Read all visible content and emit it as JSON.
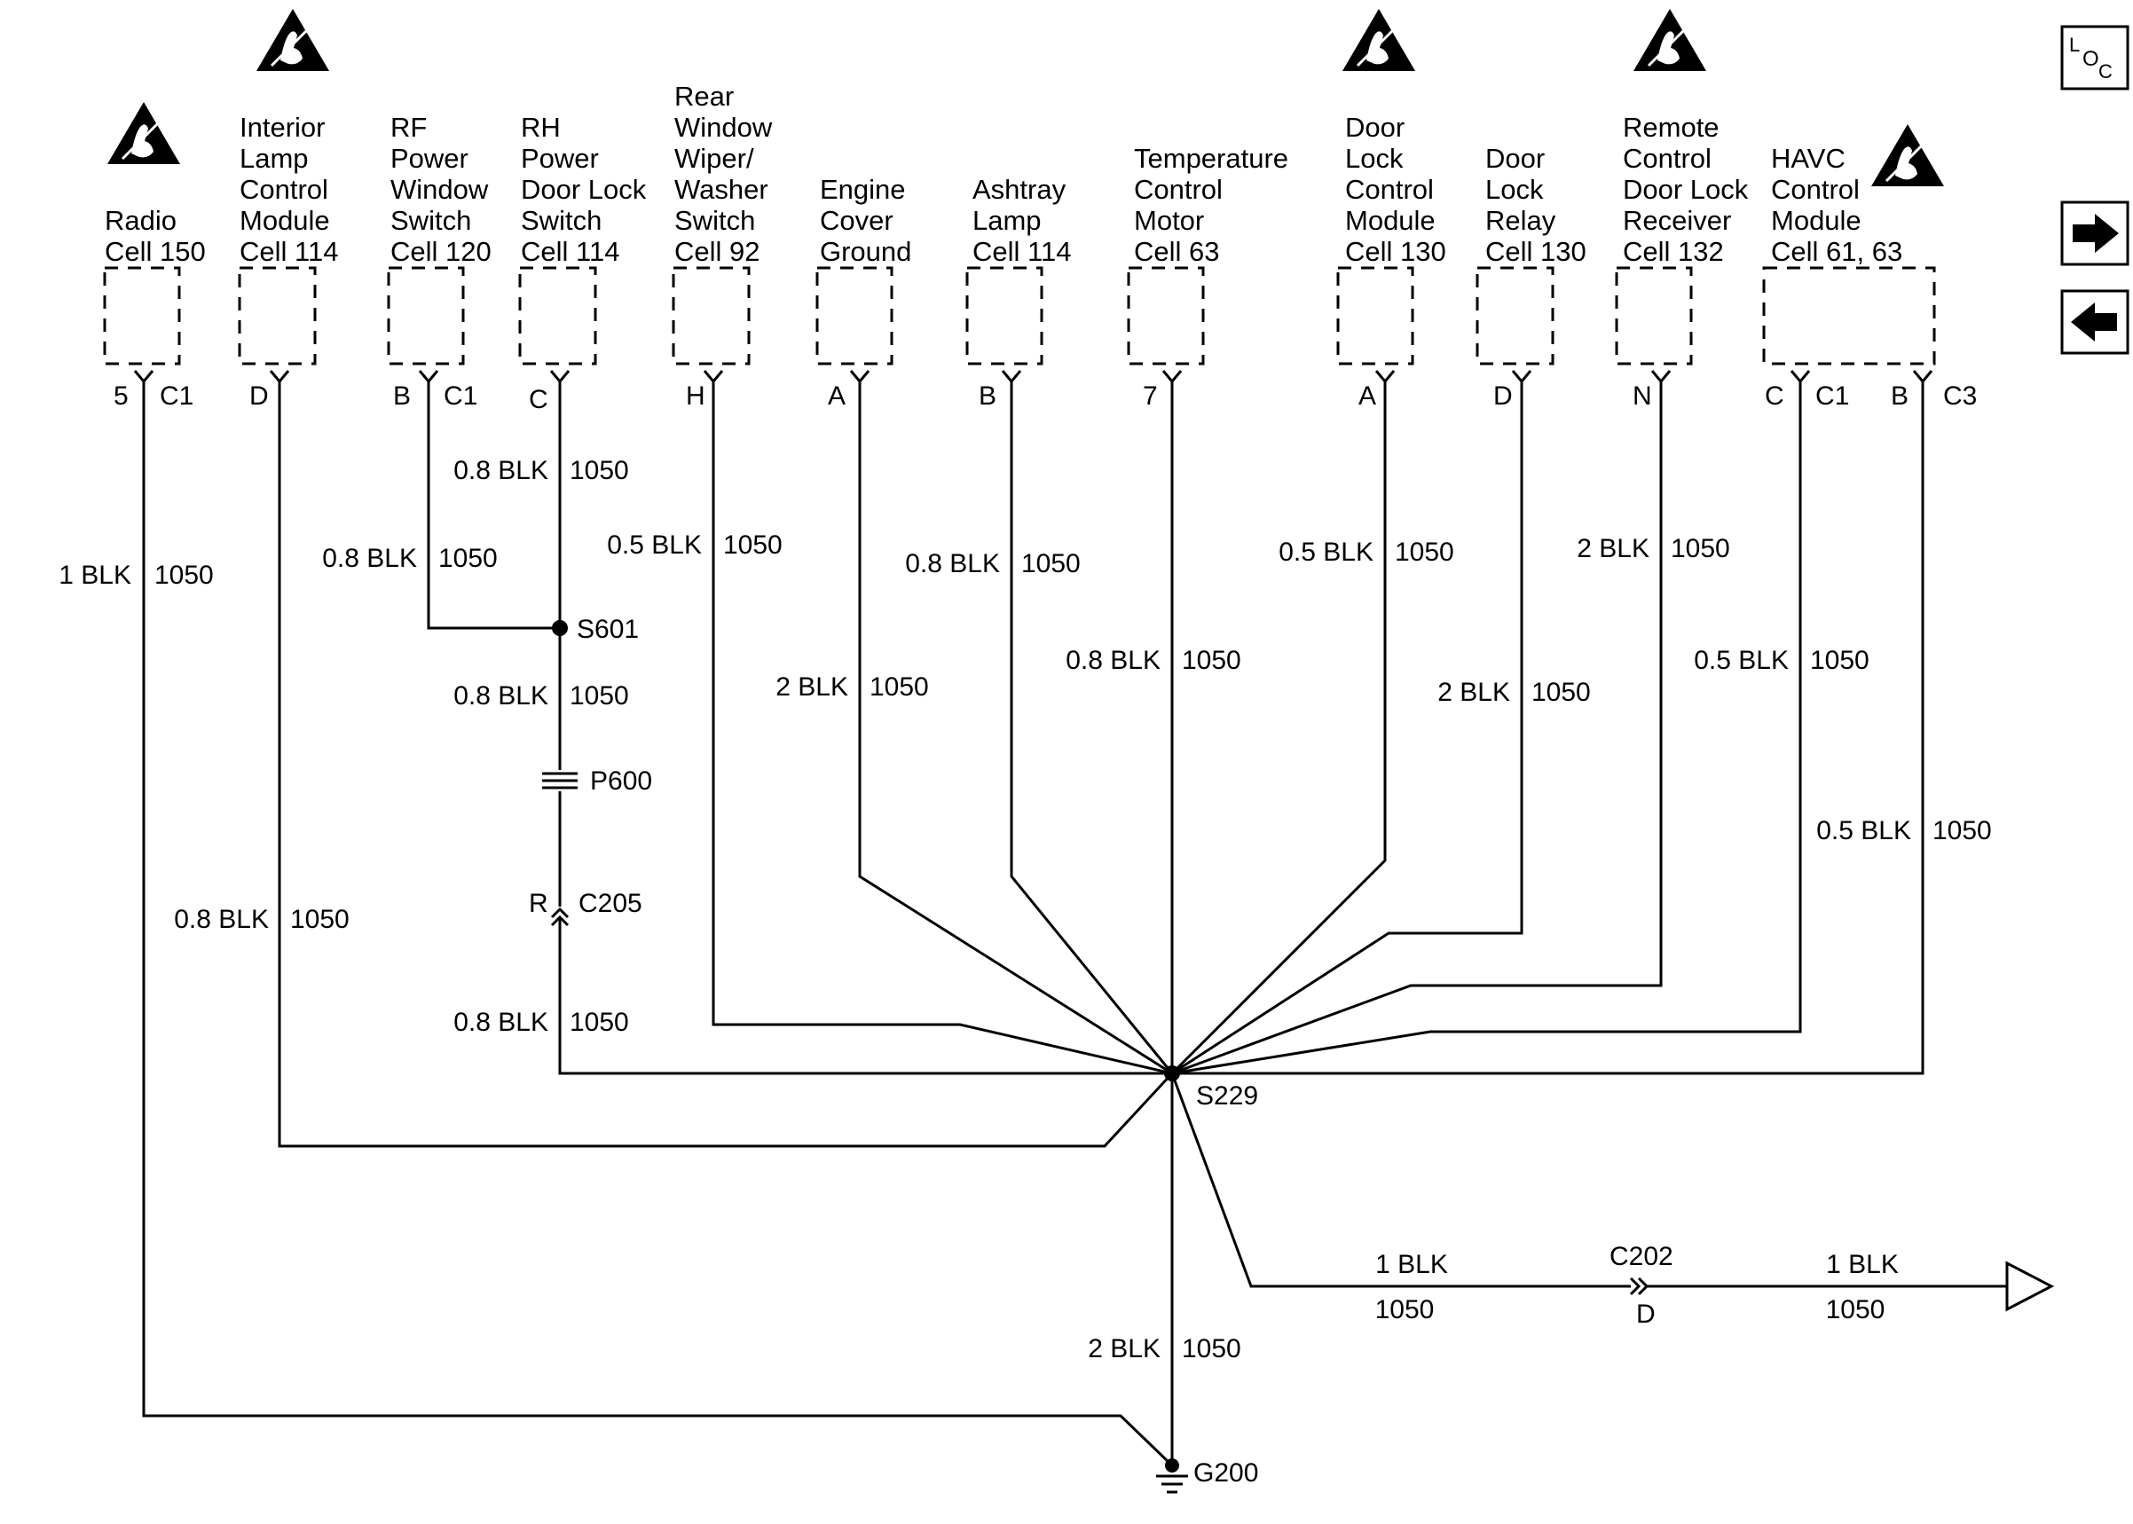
{
  "components": [
    {
      "name": "radio",
      "lines": [
        "Radio",
        "Cell 150"
      ],
      "esd": true
    },
    {
      "name": "interior-lamp-control-module",
      "lines": [
        "Interior",
        "Lamp",
        "Control",
        "Module",
        "Cell 114"
      ],
      "esd": true
    },
    {
      "name": "rf-power-window-switch",
      "lines": [
        "RF",
        "Power",
        "Window",
        "Switch",
        "Cell 120"
      ],
      "esd": false
    },
    {
      "name": "rh-power-door-lock-switch",
      "lines": [
        "RH",
        "Power",
        "Door Lock",
        "Switch",
        "Cell 114"
      ],
      "esd": false
    },
    {
      "name": "rear-window-wiper-washer-switch",
      "lines": [
        "Rear",
        "Window",
        "Wiper/",
        "Washer",
        "Switch",
        "Cell 92"
      ],
      "esd": false
    },
    {
      "name": "engine-cover-ground",
      "lines": [
        "Engine",
        "Cover",
        "Ground"
      ],
      "esd": false
    },
    {
      "name": "ashtray-lamp",
      "lines": [
        "Ashtray",
        "Lamp",
        "Cell 114"
      ],
      "esd": false
    },
    {
      "name": "temperature-control-motor",
      "lines": [
        "Temperature",
        "Control",
        "Motor",
        "Cell 63"
      ],
      "esd": false
    },
    {
      "name": "door-lock-control-module",
      "lines": [
        "Door",
        "Lock",
        "Control",
        "Module",
        "Cell 130"
      ],
      "esd": true
    },
    {
      "name": "door-lock-relay",
      "lines": [
        "Door",
        "Lock",
        "Relay",
        "Cell 130"
      ],
      "esd": false
    },
    {
      "name": "remote-control-door-lock-receiver",
      "lines": [
        "Remote",
        "Control",
        "Door Lock",
        "Receiver",
        "Cell 132"
      ],
      "esd": true
    },
    {
      "name": "havc-control-module",
      "lines": [
        "HAVC",
        "Control",
        "Module",
        "Cell 61, 63"
      ],
      "esd": true
    }
  ],
  "pins": [
    {
      "pin": "5",
      "connector": "C1"
    },
    {
      "pin": "D",
      "connector": ""
    },
    {
      "pin": "B",
      "connector": "C1"
    },
    {
      "pin": "C",
      "connector": ""
    },
    {
      "pin": "H",
      "connector": ""
    },
    {
      "pin": "A",
      "connector": ""
    },
    {
      "pin": "B",
      "connector": ""
    },
    {
      "pin": "7",
      "connector": ""
    },
    {
      "pin": "A",
      "connector": ""
    },
    {
      "pin": "D",
      "connector": ""
    },
    {
      "pin": "N",
      "connector": ""
    },
    {
      "pin": "C",
      "connector": "C1"
    },
    {
      "pin": "B",
      "connector": "C3"
    }
  ],
  "wires": [
    {
      "gauge": "1 BLK",
      "circuit": "1050"
    },
    {
      "gauge": "0.8 BLK",
      "circuit": "1050"
    },
    {
      "gauge": "0.8 BLK",
      "circuit": "1050"
    },
    {
      "gauge": "0.8 BLK",
      "circuit": "1050"
    },
    {
      "gauge": "0.8 BLK",
      "circuit": "1050"
    },
    {
      "gauge": "0.8 BLK",
      "circuit": "1050"
    },
    {
      "gauge": "0.5 BLK",
      "circuit": "1050"
    },
    {
      "gauge": "2 BLK",
      "circuit": "1050"
    },
    {
      "gauge": "0.8 BLK",
      "circuit": "1050"
    },
    {
      "gauge": "0.8 BLK",
      "circuit": "1050"
    },
    {
      "gauge": "0.5 BLK",
      "circuit": "1050"
    },
    {
      "gauge": "2 BLK",
      "circuit": "1050"
    },
    {
      "gauge": "2 BLK",
      "circuit": "1050"
    },
    {
      "gauge": "0.5 BLK",
      "circuit": "1050"
    },
    {
      "gauge": "0.5 BLK",
      "circuit": "1050"
    },
    {
      "gauge": "2 BLK",
      "circuit": "1050"
    },
    {
      "gauge": "1 BLK",
      "circuit": "1050"
    },
    {
      "gauge": "1 BLK",
      "circuit": "1050"
    }
  ],
  "splices": {
    "s601": "S601",
    "s229": "S229",
    "p600": "P600",
    "c205": "C205",
    "c205_pin": "R",
    "c202": "C202",
    "c202_pin": "D",
    "g200": "G200"
  },
  "nav": {
    "loc_l": "L",
    "loc_o": "O",
    "loc_c": "C",
    "next_icon": "right-arrow-icon",
    "prev_icon": "left-arrow-icon"
  }
}
